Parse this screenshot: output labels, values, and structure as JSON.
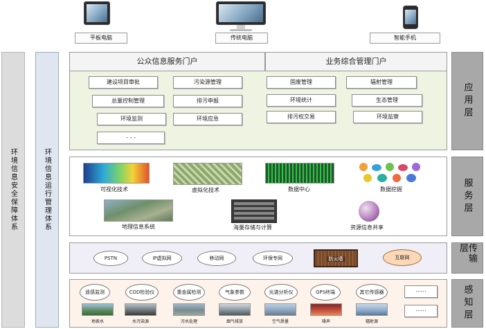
{
  "devices": [
    {
      "label": "平板电脑",
      "icon": "tablet-icon"
    },
    {
      "label": "传统电脑",
      "icon": "desktop-monitor-icon"
    },
    {
      "label": "智能手机",
      "icon": "smartphone-icon"
    }
  ],
  "pillars": {
    "security": "环境信息安全保障体系",
    "operations": "环境信息运行管理体系"
  },
  "layers": {
    "application": "应用层",
    "service": "服务层",
    "transport": "传输层",
    "sensing": "感知层"
  },
  "application": {
    "portal_public": "公众信息服务门户",
    "portal_business": "业务综合管理门户",
    "modules_left": [
      "建设项目审批",
      "污染源管理",
      "总量控制管理",
      "排污申报",
      "环境监测",
      "环境应急",
      "- - -"
    ],
    "modules_right": [
      "固废管理",
      "辐射管理",
      "环境统计",
      "生态管理",
      "排污权交易",
      "环境监察"
    ]
  },
  "service": {
    "items": [
      "可视化技术",
      "虚拟化技术",
      "数据中心",
      "数据挖掘",
      "地理信息系统",
      "海量存储与计算",
      "资源信息共享"
    ]
  },
  "transport": {
    "networks": [
      "PSTN",
      "IP虚拟网",
      "移动网",
      "环保专网"
    ],
    "firewall": "防火墙",
    "internet": "互联网"
  },
  "sensing": {
    "devices": [
      "遥感监测",
      "COD检验仪",
      "重金属检测",
      "气象参数",
      "光谱分析仪",
      "GPS终端",
      "其它传感器"
    ],
    "more": "......",
    "photos": [
      "地表水",
      "水污染源",
      "污水处理",
      "烟气排放",
      "空气质量",
      "噪声",
      "辐射源"
    ]
  },
  "colors": {
    "layer_label": "#a8a8a8",
    "application_bg": "#eef3e2",
    "transport_bg": "#f0eef6",
    "sensing_bg": "#fdf3eb",
    "internet_cloud": "#fbd9b8"
  }
}
